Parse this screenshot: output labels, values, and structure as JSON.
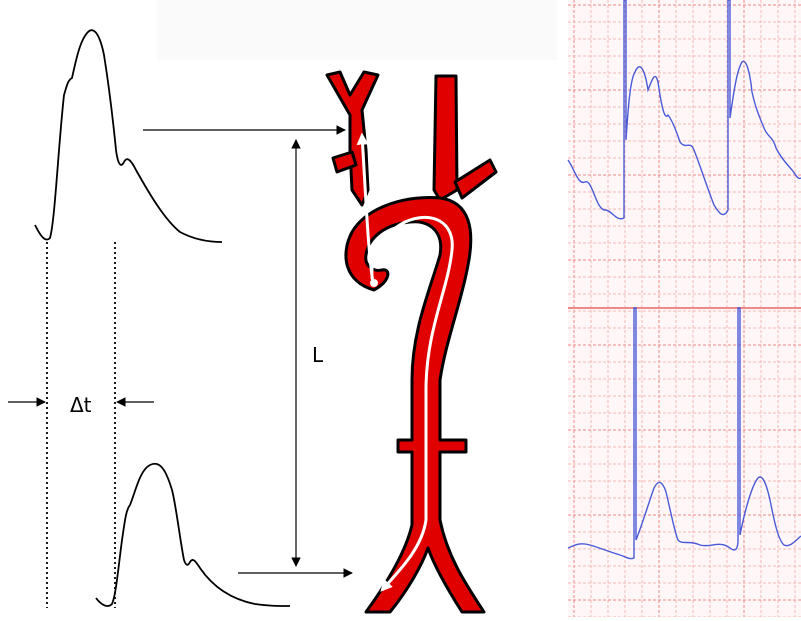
{
  "labels": {
    "length": "L",
    "delta_t": "Δt"
  },
  "colors": {
    "artery_fill": "#e00000",
    "artery_outline": "#000000",
    "flow_path": "#ffffff",
    "waveform": "#000000",
    "ecg_grid_minor": "#f4b8b8",
    "ecg_grid_major": "#ec8a8a",
    "ecg_trace": "#4a5ad8",
    "ecg_background": "#fff7f7"
  },
  "icons": {
    "flow_arrow": "arrowhead",
    "measure_arrow": "arrowhead"
  }
}
